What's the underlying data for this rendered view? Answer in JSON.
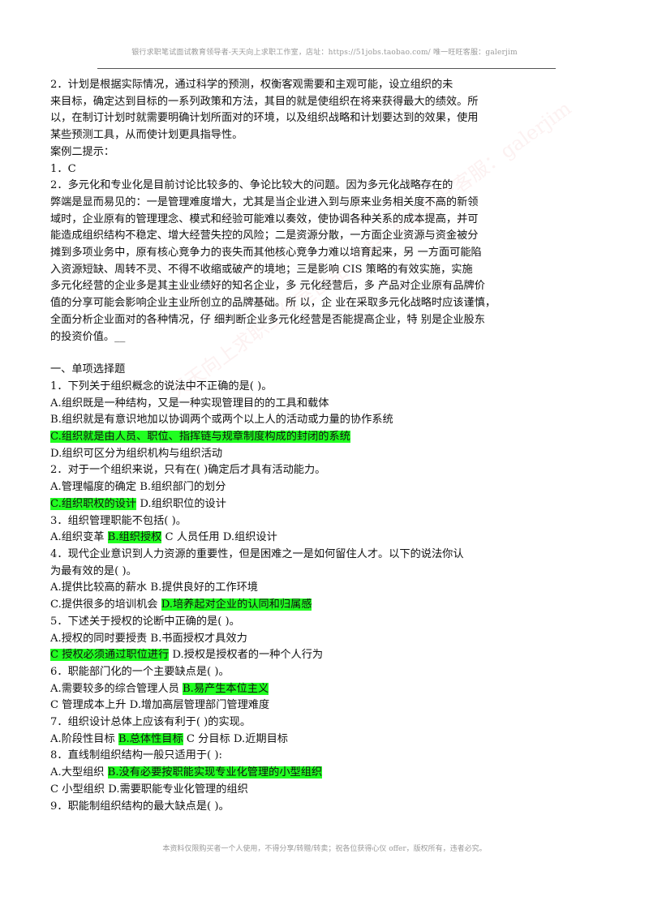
{
  "header": {
    "text": "银行求职笔试面试教育领导者-天天向上求职工作室，店址：https://51jobs.taobao.com/ 唯一旺旺客服：galerjim"
  },
  "watermark": {
    "text": "天天向上求职工作室出品，唯一淘宝旺旺客服：galerjim"
  },
  "content": {
    "lines": [
      [
        {
          "t": "2．计划是根据实际情况，通过科学的预测，权衡客观需要和主观可能，设立组织的未"
        }
      ],
      [
        {
          "t": "来目标，确定达到目标的一系列政策和方法，其目的就是使组织在将来获得最大的绩效。所"
        }
      ],
      [
        {
          "t": "以，在制订计划时就需要明确计划所面对的环境，以及组织战略和计划要达到的效果，使用"
        }
      ],
      [
        {
          "t": "某些预测工具，从而使计划更具指导性。"
        }
      ],
      [
        {
          "t": "案例二提示："
        }
      ],
      [
        {
          "t": "1．C"
        }
      ],
      [
        {
          "t": "2．多元化和专业化是目前讨论比较多的、争论比较大的问题。因为多元化战略存在的"
        }
      ],
      [
        {
          "t": "弊端是显而易见的：一是管理难度增大，尤其是当企业进入到与原来业务相关度不高的新领"
        }
      ],
      [
        {
          "t": "域时，企业原有的管理理念、模式和经验可能难以奏效，使协调各种关系的成本提高，并可"
        }
      ],
      [
        {
          "t": "能造成组织结构不稳定、增大经营失控的风险；二是资源分散，一方面企业资源与资金被分"
        }
      ],
      [
        {
          "t": "摊到多项业务中，原有核心竞争力的丧失而其他核心竞争力难以培育起来，另 一方面可能陷"
        }
      ],
      [
        {
          "t": "入资源短缺、周转不灵、不得不收缩或破产的境地；三是影响 CIS 策略的有效实施，实施"
        }
      ],
      [
        {
          "t": "多元化经营的企业多是其主业业绩好的知名企业，多 元化经营后，多 产品对企业原有品牌价"
        }
      ],
      [
        {
          "t": "值的分享可能会影响企业主业所创立的品牌基础。所 以，企 业在采取多元化战略时应该谨慎，"
        }
      ],
      [
        {
          "t": "全面分析企业面对的各种情况，仔 细判断企业多元化经营是否能提高企业，特 别是企业股东"
        }
      ],
      [
        {
          "t": "的投资价值。__"
        }
      ],
      [],
      [
        {
          "t": "一、单项选择题"
        }
      ],
      [
        {
          "t": "1．下列关于组织概念的说法中不正确的是(  )。"
        }
      ],
      [
        {
          "t": "A.组织既是一种结构，又是一种实现管理目的的工具和载体"
        }
      ],
      [
        {
          "t": "B.组织就是有意识地加以协调两个或两个以上人的活动或力量的协作系统"
        }
      ],
      [
        {
          "t": "C.组织就是由人员、职位、指挥链与规章制度构成的封闭的系统",
          "h": true
        }
      ],
      [
        {
          "t": "D.组织可区分为组织机构与组织活动"
        }
      ],
      [
        {
          "t": "2．对于一个组织来说，只有在(  )确定后才具有活动能力。"
        }
      ],
      [
        {
          "t": "A.管理幅度的确定 B.组织部门的划分"
        }
      ],
      [
        {
          "t": "C.组织职权的设计",
          "h": true
        },
        {
          "t": " D.组织职位的设计"
        }
      ],
      [
        {
          "t": "3．组织管理职能不包括(  )。"
        }
      ],
      [
        {
          "t": "A.组织变革 "
        },
        {
          "t": "B.组织授权",
          "h": true
        },
        {
          "t": " C 人员任用 D.组织设计"
        }
      ],
      [
        {
          "t": "4．现代企业意识到人力资源的重要性，但是困难之一是如何留住人才。以下的说法你认"
        }
      ],
      [
        {
          "t": "为最有效的是(  )。"
        }
      ],
      [
        {
          "t": "A.提供比较高的薪水 B.提供良好的工作环境"
        }
      ],
      [
        {
          "t": "C.提供很多的培训机会 "
        },
        {
          "t": "D.培养起对企业的认同和归属感",
          "h": true
        }
      ],
      [
        {
          "t": "5．下述关于授权的论断中正确的是(  )。"
        }
      ],
      [
        {
          "t": "A.授权的同时要授责 B.书面授权才具效力"
        }
      ],
      [
        {
          "t": "C 授权必须通过职位进行",
          "h": true
        },
        {
          "t": " D.授权是授权者的一种个人行为"
        }
      ],
      [
        {
          "t": "6．职能部门化的一个主要缺点是(  )。"
        }
      ],
      [
        {
          "t": "A.需要较多的综合管理人员 "
        },
        {
          "t": "B.易产生本位主义",
          "h": true
        }
      ],
      [
        {
          "t": "C 管理成本上升 D.增加高层管理部门管理难度"
        }
      ],
      [
        {
          "t": "7．组织设计总体上应该有利于(  )的实现。"
        }
      ],
      [
        {
          "t": "A.阶段性目标 "
        },
        {
          "t": "B.总体性目标",
          "h": true
        },
        {
          "t": " C 分目标 D.近期目标"
        }
      ],
      [
        {
          "t": "8．直线制组织结构一般只适用于(  ):"
        }
      ],
      [
        {
          "t": "A.大型组织 "
        },
        {
          "t": "B.没有必要按职能实现专业化管理的小型组织",
          "h": true
        }
      ],
      [
        {
          "t": "C 小型组织 D.需要职能专业化管理的组织"
        }
      ],
      [
        {
          "t": "9．职能制组织结构的最大缺点是(  )。"
        }
      ]
    ]
  },
  "footer": {
    "text": "本资料仅限购买者一个人使用，不得分享/转赠/转卖；祝各位获得心仪 offer，版权所有，违者必究。"
  },
  "colors": {
    "highlight": "#21ff21",
    "header_text": "#9a9a9a",
    "rule": "#555555"
  }
}
